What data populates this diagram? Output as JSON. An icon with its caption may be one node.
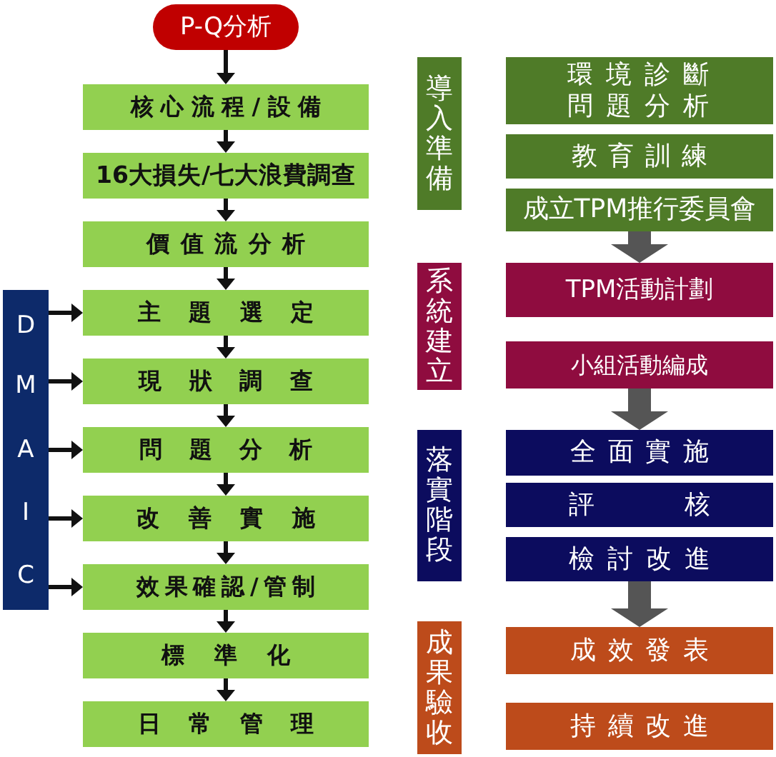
{
  "diagram": {
    "nodes": [
      {
        "text": [
          "P-Q分析"
        ]
      },
      {
        "text": [
          "核心流程/設備"
        ]
      },
      {
        "text": [
          "16大損失/七大浪費調查"
        ]
      },
      {
        "text": [
          "價值流分析"
        ]
      },
      {
        "text": [
          "主題選定"
        ]
      },
      {
        "text": [
          "現狀調查"
        ]
      },
      {
        "text": [
          "問題分析"
        ]
      },
      {
        "text": [
          "改善實施"
        ]
      },
      {
        "text": [
          "效果確認/管制"
        ]
      },
      {
        "text": [
          "標準化"
        ]
      },
      {
        "text": [
          "日常管理"
        ]
      },
      {
        "text": [],
        "shape": "bar"
      },
      {
        "text": [
          "D"
        ],
        "in": 11
      },
      {
        "text": [
          "M"
        ],
        "in": 11
      },
      {
        "text": [
          "A"
        ],
        "in": 11
      },
      {
        "text": [
          "I"
        ],
        "in": 11
      },
      {
        "text": [
          "C"
        ],
        "in": 11
      },
      {
        "text": [
          "導入準備"
        ]
      },
      {
        "text": [
          "環境診斷問題分析"
        ]
      },
      {
        "text": [
          "教育訓練"
        ]
      },
      {
        "text": [
          "成立TPM推行委員會"
        ]
      },
      {
        "text": [
          "系統建立"
        ]
      },
      {
        "text": [
          "TPM活動計劃"
        ]
      },
      {
        "text": [
          "小組活動編成"
        ]
      },
      {
        "text": [
          "落實階段"
        ]
      },
      {
        "text": [
          "全面實施"
        ]
      },
      {
        "text": [
          "評核"
        ]
      },
      {
        "text": [
          "檢討改進"
        ]
      },
      {
        "text": [
          "成果驗收"
        ]
      },
      {
        "text": [
          "成效發表"
        ]
      },
      {
        "text": [
          "持續改進"
        ]
      }
    ],
    "edges": [
      {
        "from": 0,
        "to": 1,
        "arrow": "to"
      },
      {
        "from": 1,
        "to": 2,
        "arrow": "to"
      },
      {
        "from": 2,
        "to": 3,
        "arrow": "to"
      },
      {
        "from": 3,
        "to": 4,
        "arrow": "to"
      },
      {
        "from": 4,
        "to": 5,
        "arrow": "to"
      },
      {
        "from": 5,
        "to": 6,
        "arrow": "to"
      },
      {
        "from": 6,
        "to": 7,
        "arrow": "to"
      },
      {
        "from": 7,
        "to": 8,
        "arrow": "to"
      },
      {
        "from": 8,
        "to": 9,
        "arrow": "to"
      },
      {
        "from": 9,
        "to": 10,
        "arrow": "to"
      },
      {
        "from": 12,
        "to": 4,
        "arrow": "to"
      },
      {
        "from": 13,
        "to": 5,
        "arrow": "to"
      },
      {
        "from": 14,
        "to": 6,
        "arrow": "to"
      },
      {
        "from": 15,
        "to": 7,
        "arrow": "to"
      },
      {
        "from": 16,
        "to": 8,
        "arrow": "to"
      },
      {
        "from": 20,
        "to": 22,
        "arrow": "to",
        "style": "thick",
        "color": "#555555"
      },
      {
        "from": 23,
        "to": 25,
        "arrow": "to",
        "style": "thick",
        "color": "#555555"
      },
      {
        "from": 27,
        "to": 29,
        "arrow": "to",
        "style": "thick",
        "color": "#555555"
      }
    ]
  }
}
